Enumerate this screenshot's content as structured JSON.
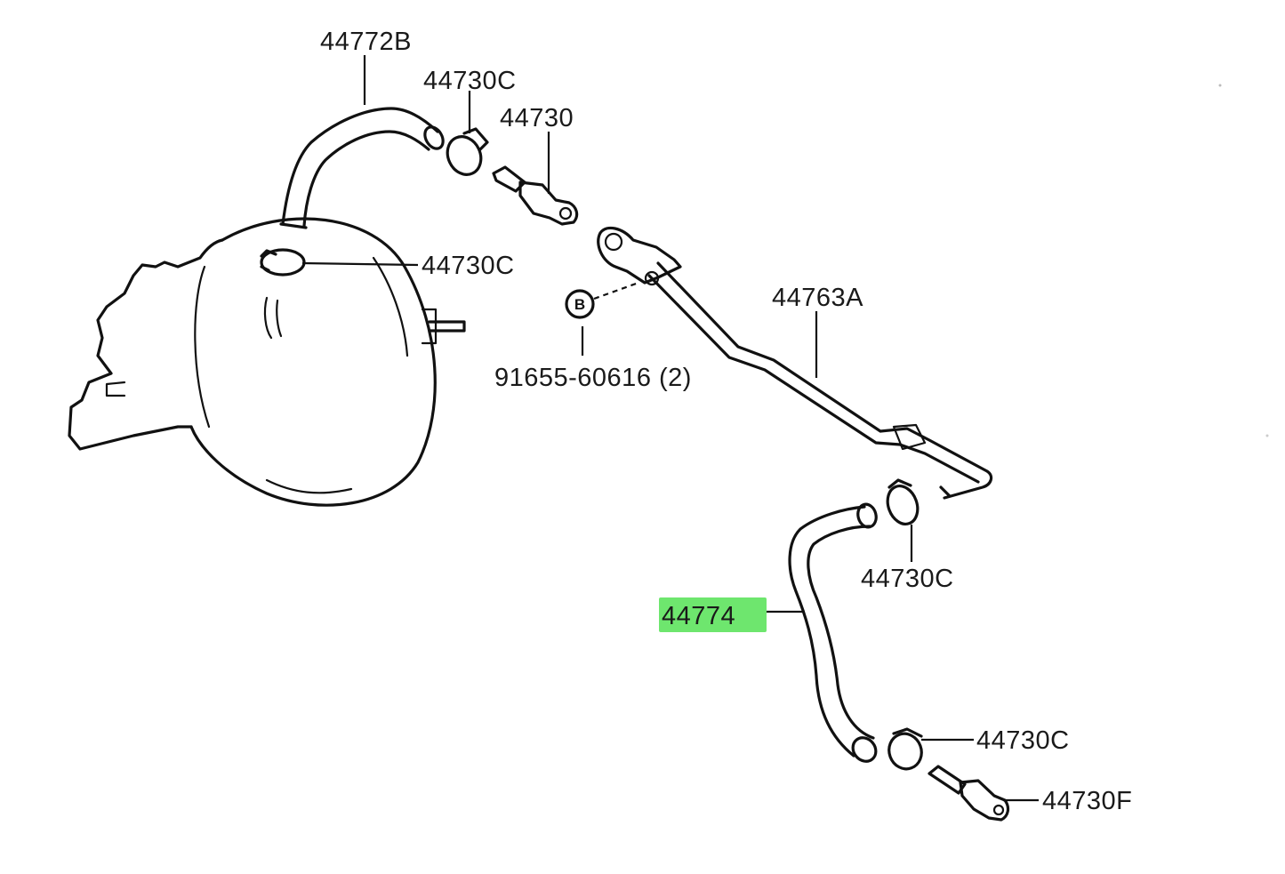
{
  "diagram": {
    "labels": {
      "hose_upper": "44772B",
      "clamp_top": "44730C",
      "check_valve": "44730",
      "clamp_booster": "44730C",
      "vacuum_tube": "44763A",
      "bolt": "91655-60616 (2)",
      "clamp_right": "44730C",
      "hose_lower": "44774",
      "clamp_bottom": "44730C",
      "union_fitting": "44730F"
    },
    "bolt_badge": "B",
    "highlight_color": "#6ee66e"
  }
}
